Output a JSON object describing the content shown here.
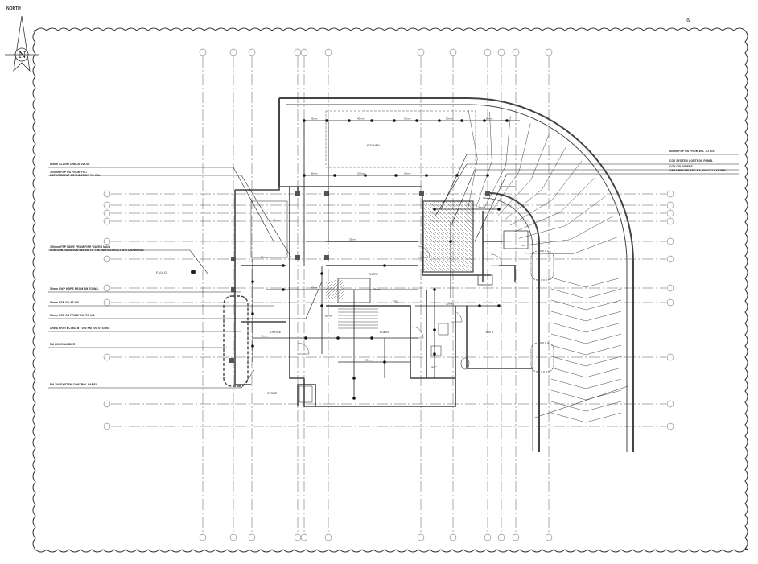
{
  "north_label": "NORTH",
  "north_letter": "N",
  "corner_mark": "&",
  "callouts_left": [
    "80mm ALARM CHECK VALVE",
    "100mm FSP GS FROM FSC",
    "DEPARTMENT CONNECTION TO W/L",
    "150mm FSP HDPE FROM FIRE WATER MAIN",
    "FOR CONTINUATION REFER TO THE INFRASTRUCTURE DRAWINGS",
    "50mm FWP HDPE FROM 3M TO W/L",
    "80mm FSP GS AT W/L",
    "80mm FSP GS FROM W/L TO L/S",
    "AREA PROTECTED BY 300 FM 200 SYSTEM",
    "FM 200 CYLINDER",
    "FM 200 SYSTEM CONTROL PANEL"
  ],
  "callouts_right": [
    "80mm FSP GS FROM W/L TO L/S",
    "CO2 SYSTEM CONTROL PANEL",
    "CO2 CYLINDERS",
    "AREA PROTECTED BY 900 CO2 SYSTEM"
  ],
  "room_labels": {
    "fire_tag": "F.M.A.G",
    "office": "OFFICE",
    "lobby": "LOBBY",
    "store": "STORE",
    "wc": "W.C.",
    "bath": "BATH",
    "kitchen": "KITCHEN",
    "entry": "ENTRY",
    "valve": "FSV"
  },
  "pipe_sizes": [
    "25mm",
    "40mm",
    "32mm",
    "50mm",
    "65mm",
    "80mm",
    "100mm",
    "20mm"
  ]
}
